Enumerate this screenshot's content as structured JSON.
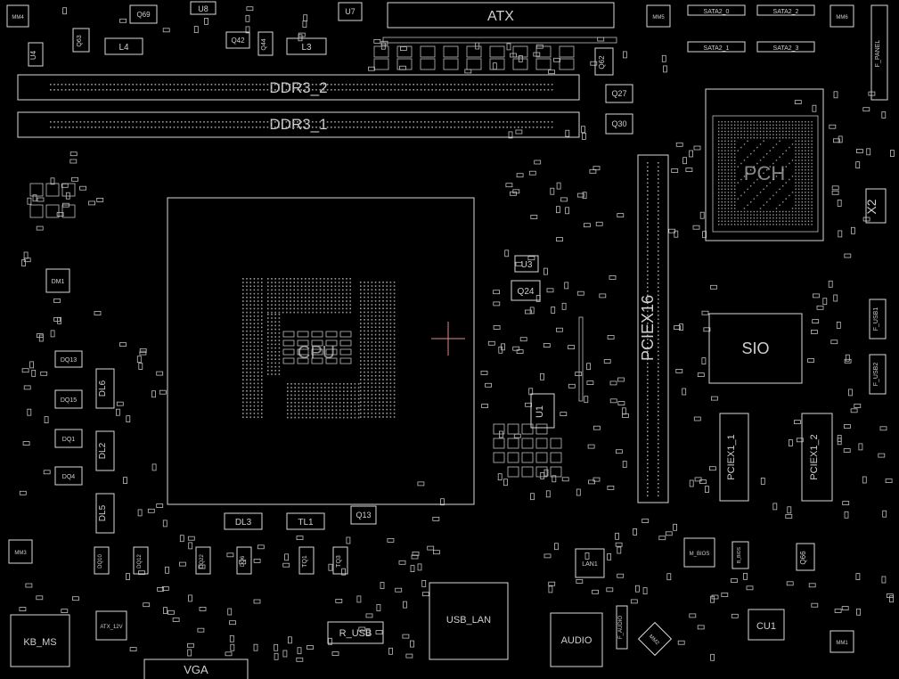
{
  "labels": {
    "atx": "ATX",
    "ddr3_2": "DDR3_2",
    "ddr3_1": "DDR3_1",
    "pciex16": "PCIEX16",
    "pciex1_1": "PCIEX1_1",
    "pciex1_2": "PCIEX1_2",
    "pch": "PCH",
    "sio": "SIO",
    "x2": "X2",
    "cpu": "CPU",
    "vga": "VGA",
    "kb_ms": "KB_MS",
    "usb_lan": "USB_LAN",
    "audio": "AUDIO",
    "r_usb": "R_USB",
    "cu1": "CU1",
    "f_panel": "F_PANEL",
    "f_usb1": "F_USB1",
    "f_usb2": "F_USB2",
    "sata2_0": "SATA2_0",
    "sata2_1": "SATA2_1",
    "sata2_2": "SATA2_2",
    "sata2_3": "SATA2_3",
    "mm1": "MM1",
    "mm3": "MM3",
    "mm4": "MM4",
    "mm5": "MM5",
    "mm6": "MM6",
    "mm2": "MM2",
    "u1": "U1",
    "u3": "U3",
    "u4": "U4",
    "u7": "U7",
    "u8": "U8",
    "l3": "L3",
    "l4": "L4",
    "q13": "Q13",
    "q24": "Q24",
    "q27": "Q27",
    "q30": "Q30",
    "q42": "Q42",
    "q44": "Q44",
    "q62": "Q62",
    "q63": "Q63",
    "q66": "Q66",
    "q69": "Q69",
    "dl2": "DL2",
    "dl3": "DL3",
    "dl5": "DL5",
    "dl6": "DL6",
    "tl1": "TL1",
    "tq1": "TQ1",
    "tq3": "TQ3",
    "dq1": "DQ1",
    "dq4": "DQ4",
    "dq6": "DQ6",
    "dq10": "DQ10",
    "dq12": "DQ12",
    "dq13": "DQ13",
    "dq15": "DQ15",
    "dq22": "DQ22",
    "dm1": "DM1",
    "lan1": "LAN1",
    "m_bios": "M_BIOS",
    "b_bios": "B_BIOS",
    "atx_12v": "ATX_12V",
    "f_audio": "F_AUDIO"
  },
  "colors": {
    "background": "#000000",
    "outline": "#d8d8d8",
    "marker": "#e08a8a"
  }
}
